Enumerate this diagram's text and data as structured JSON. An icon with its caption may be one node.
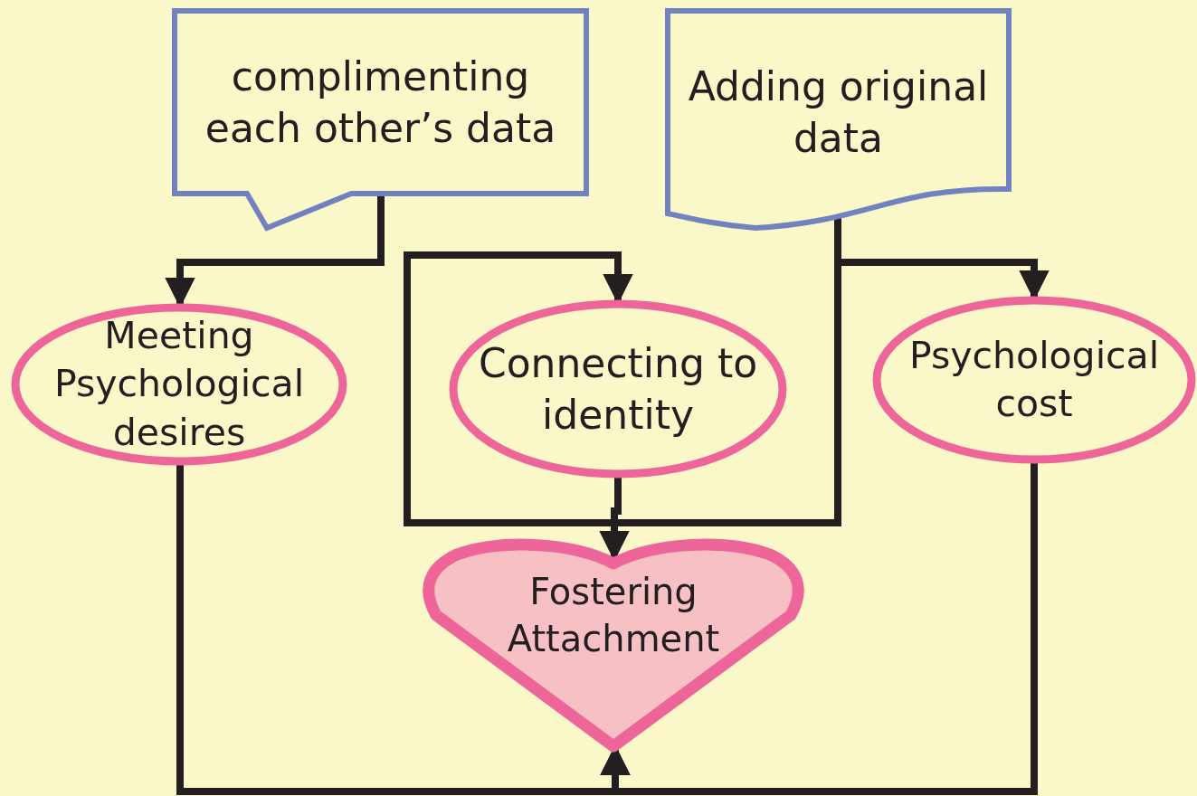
{
  "diagram": {
    "nodes": [
      {
        "text": [
          "complimenting each other’s data"
        ]
      },
      {
        "text": [
          "Adding original data"
        ]
      },
      {
        "text": [
          "Meeting Psychological desires"
        ]
      },
      {
        "text": [
          "Connecting to identity"
        ]
      },
      {
        "text": [
          "Psychological cost"
        ]
      },
      {
        "text": [
          "Fostering Attachment"
        ]
      }
    ],
    "edges": [
      {
        "from": 0,
        "to": 2,
        "arrow": "to"
      },
      {
        "from": 1,
        "to": 3,
        "arrow": "to"
      },
      {
        "from": 1,
        "to": 4,
        "arrow": "to"
      },
      {
        "from": 3,
        "to": 5,
        "arrow": "to"
      },
      {
        "from": 2,
        "to": 5,
        "arrow": "to"
      },
      {
        "from": 4,
        "to": 5,
        "arrow": "to"
      }
    ]
  }
}
